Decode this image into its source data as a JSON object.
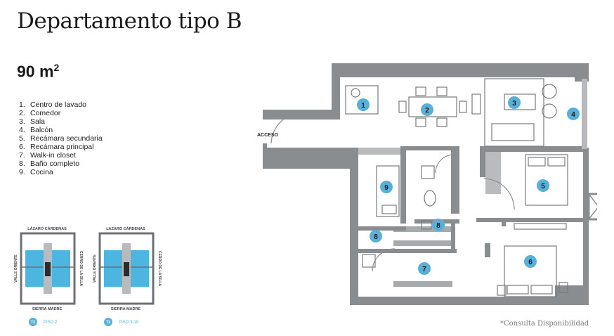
{
  "header": {
    "title": "Departamento tipo B",
    "area_value": "90 m",
    "area_unit": "2"
  },
  "legend": [
    {
      "number": "1.",
      "label": "Centro de lavado"
    },
    {
      "number": "2.",
      "label": "Comedor"
    },
    {
      "number": "3.",
      "label": "Sala"
    },
    {
      "number": "4.",
      "label": "Balcón"
    },
    {
      "number": "5.",
      "label": "Recámara secundaria"
    },
    {
      "number": "6.",
      "label": "Recámara principal"
    },
    {
      "number": "7.",
      "label": "Walk-in closet"
    },
    {
      "number": "8.",
      "label": "Baño completo"
    },
    {
      "number": "9.",
      "label": "Cocina"
    }
  ],
  "plan": {
    "access_label": "ACCESO",
    "room_markers": [
      "1",
      "2",
      "3",
      "4",
      "5",
      "6",
      "7",
      "8",
      "8",
      "9"
    ]
  },
  "key_plans": [
    {
      "top": "LÁZARO CÁRDENAS",
      "bottom": "SIERRA MADRE",
      "left": "VALLE ORIENTE",
      "right": "CERRO DE LA SILLA",
      "badge": "T2",
      "floor": "PISO 2"
    },
    {
      "top": "LÁZARO CÁRDENAS",
      "bottom": "SIERRA MADRE",
      "left": "VALLE ORIENTE",
      "right": "CERRO DE LA SILLA",
      "badge": "T2",
      "floor": "PISO 3-19"
    }
  ],
  "footnote": "*Consulta Disponibilidad",
  "colors": {
    "wall": "#8a8d90",
    "marker": "#5aafd6",
    "highlight": "#4cb6e0",
    "furniture": "#777b7f"
  }
}
